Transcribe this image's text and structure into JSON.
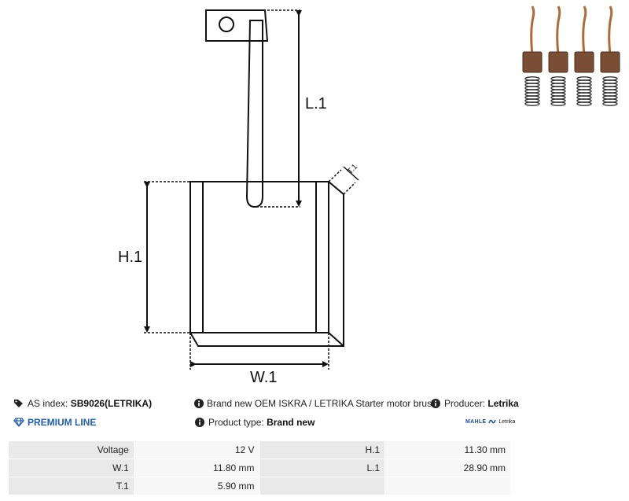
{
  "drawing": {
    "label_l1": "L.1",
    "label_h1": "H.1",
    "label_w1": "W.1",
    "label_t1": "T.1"
  },
  "photo": {
    "brush_count": 4,
    "copper_color": "#b06a3a",
    "carbon_color": "#7a4e35",
    "spring_color": "#333333"
  },
  "info": {
    "as_index_label": "AS index:",
    "as_index_value": "SB9026(LETRIKA)",
    "premium_label": "PREMIUM LINE",
    "description": "Brand new OEM ISKRA / LETRIKA Starter motor brush set",
    "producer_label": "Producer:",
    "producer_value": "Letrika",
    "product_type_label": "Product type:",
    "product_type_value": "Brand new",
    "logo_mahle": "MAHLE",
    "logo_letrika": "Letrika",
    "accent_color": "#1f5fb4"
  },
  "specs": [
    {
      "k1": "Voltage",
      "v1": "12 V",
      "k2": "H.1",
      "v2": "11.30 mm"
    },
    {
      "k1": "W.1",
      "v1": "11.80 mm",
      "k2": "L.1",
      "v2": "28.90 mm"
    },
    {
      "k1": "T.1",
      "v1": "5.90 mm",
      "k2": "",
      "v2": ""
    }
  ]
}
